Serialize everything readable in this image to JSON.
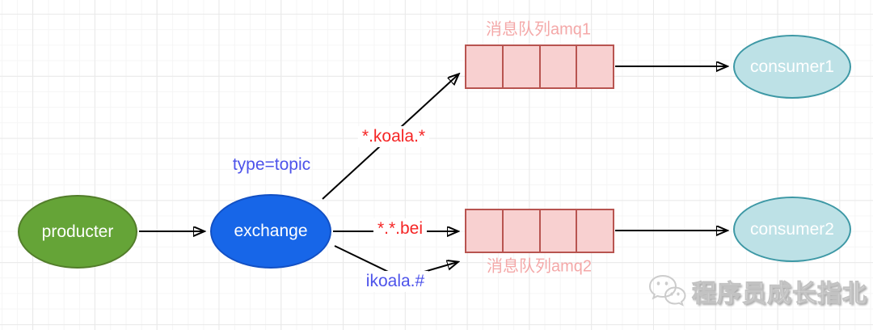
{
  "diagram": {
    "producer": {
      "label": "producter"
    },
    "exchange": {
      "label": "exchange",
      "type_label": "type=topic"
    },
    "queues": [
      {
        "label": "消息队列amq1",
        "cells": 4
      },
      {
        "label": "消息队列amq2",
        "cells": 4
      }
    ],
    "consumers": [
      {
        "label": "consumer1"
      },
      {
        "label": "consumer2"
      }
    ],
    "routing_keys": [
      {
        "label": "*.koala.*"
      },
      {
        "label": "*.*.bei"
      },
      {
        "label": "ikoala.#"
      }
    ],
    "colors": {
      "producer_fill": "#65a437",
      "producer_border": "#527d2a",
      "exchange_fill": "#1766e8",
      "exchange_border": "#1250c4",
      "consumer_fill": "#bde1e6",
      "consumer_border": "#3d98a5",
      "queue_fill": "#f8d0d0",
      "queue_border": "#b85450",
      "queue_label_text": "#f4a8a8",
      "routing_key_red": "#f52525",
      "routing_key_blue": "#4d53ea",
      "arrow": "#000000"
    }
  },
  "watermark": {
    "icon": "wechat-icon",
    "text": "程序员成长指北"
  }
}
